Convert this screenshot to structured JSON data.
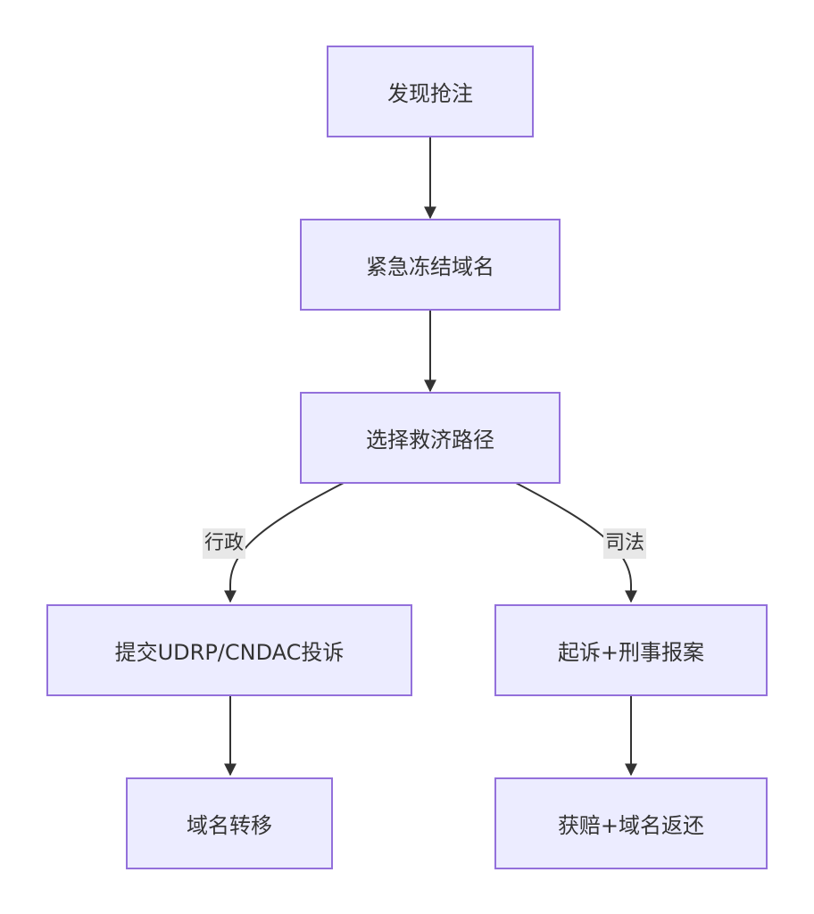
{
  "nodes": {
    "discover": "发现抢注",
    "freeze": "紧急冻结域名",
    "choose": "选择救济路径",
    "udrp": "提交UDRP/CNDAC投诉",
    "sue": "起诉+刑事报案",
    "transfer": "域名转移",
    "compensation": "获赔+域名返还"
  },
  "edge_labels": {
    "administrative": "行政",
    "judicial": "司法"
  },
  "colors": {
    "node_fill": "#ececff",
    "node_border": "#9370db",
    "edge": "#333333",
    "text": "#333333",
    "edge_label_bg": "#e8e8e8"
  }
}
